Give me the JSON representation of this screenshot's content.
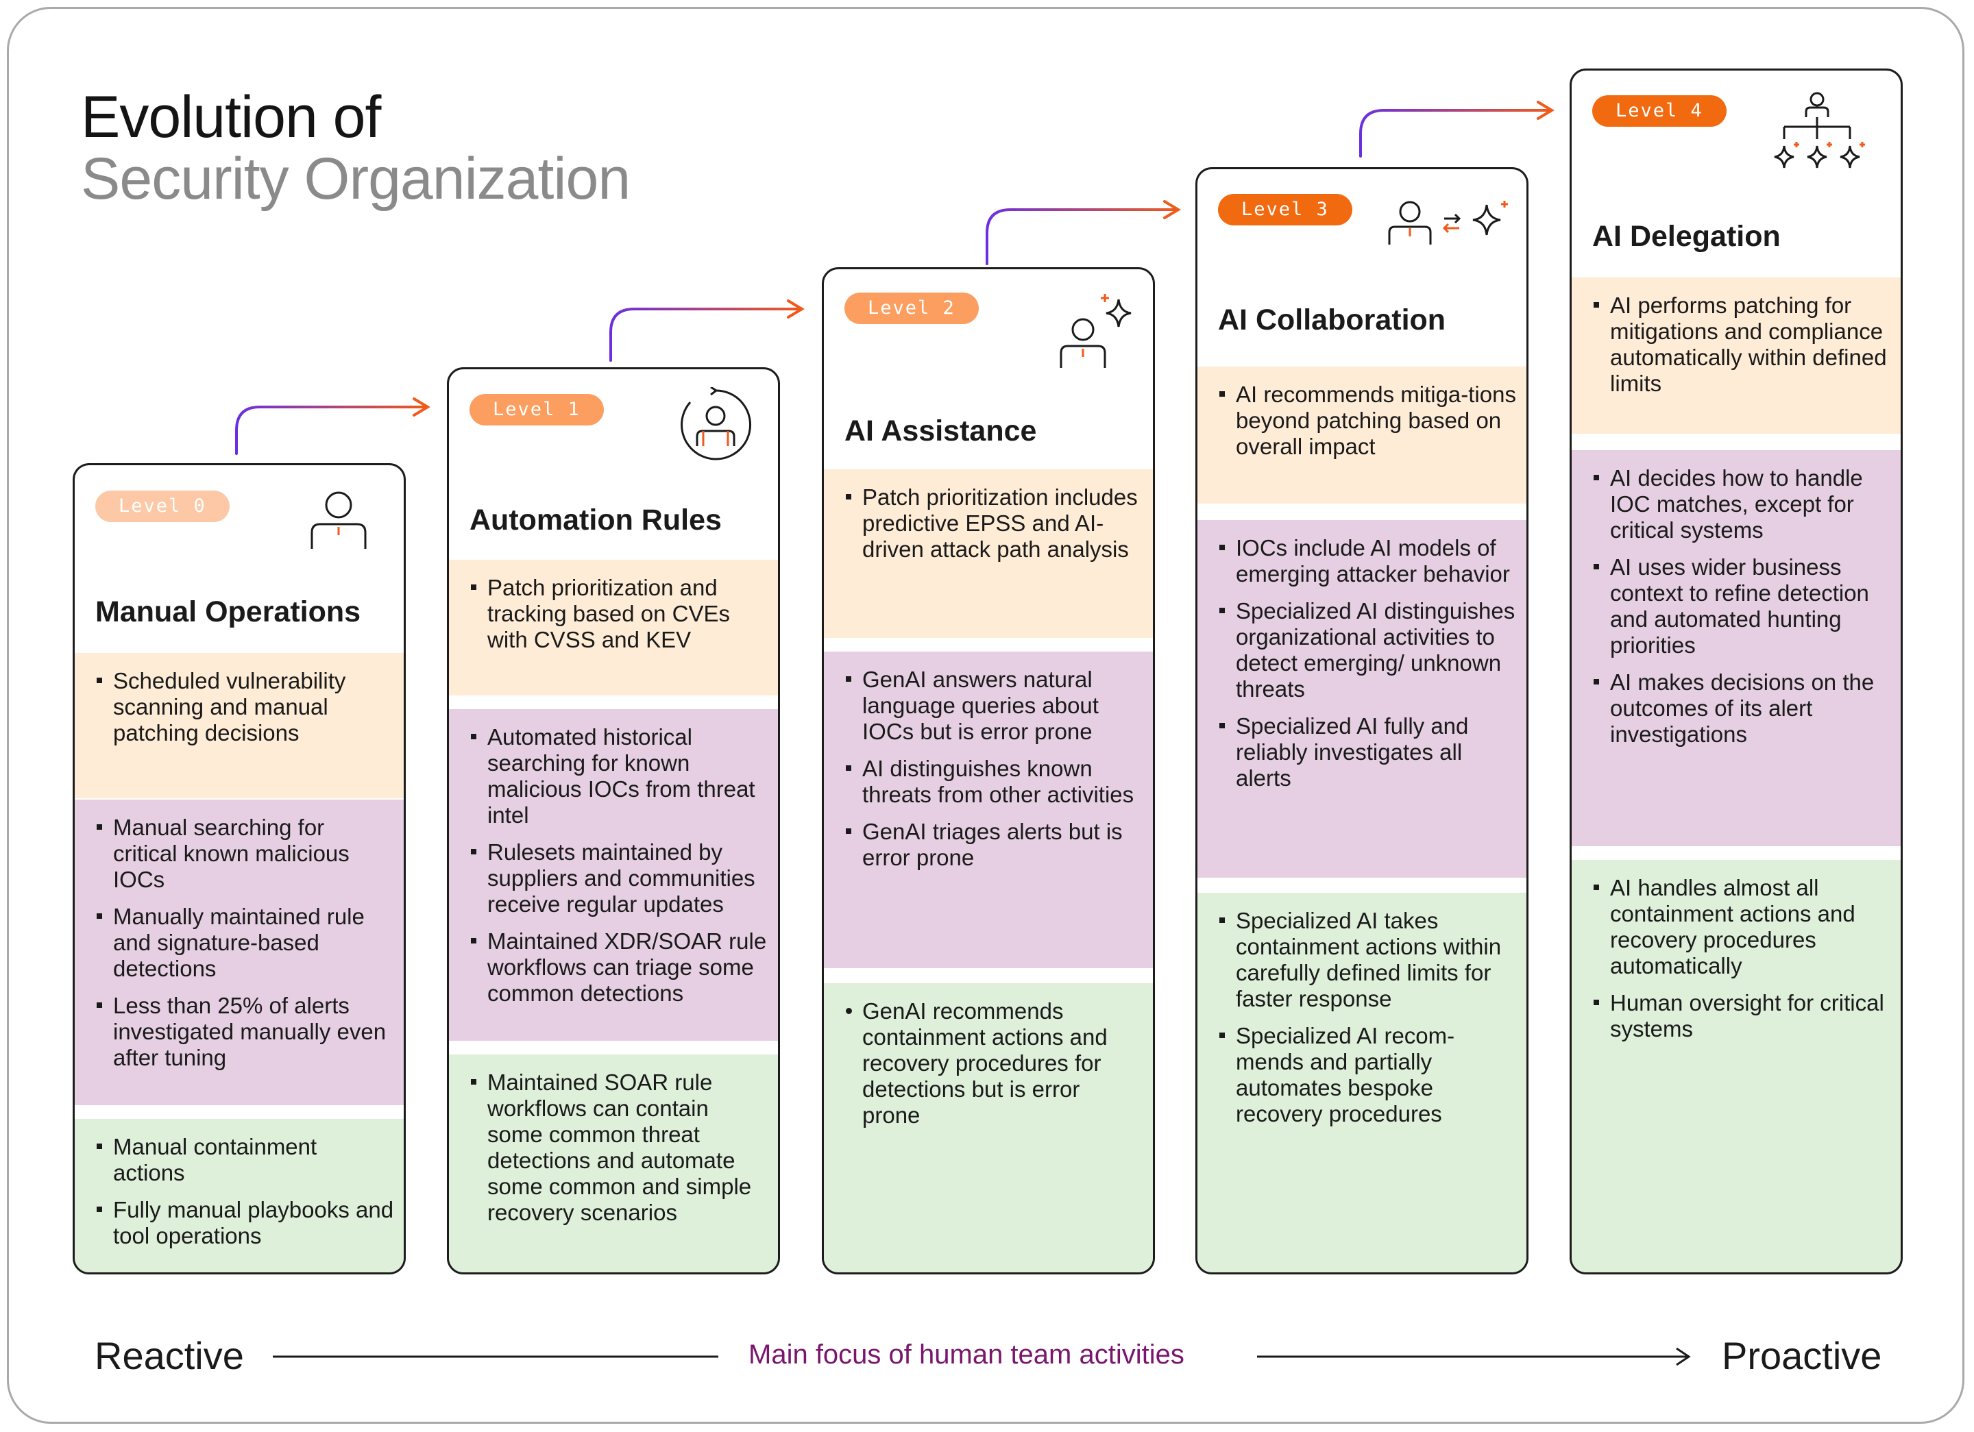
{
  "title": {
    "line1": "Evolution of",
    "line2": "Security Organization"
  },
  "colors": {
    "peach": "#feecd6",
    "lilac": "#e6cfe2",
    "green": "#deefda",
    "badge_light": "#fcc8a5",
    "badge_mid": "#fb9e60",
    "badge_strong": "#f26a10",
    "accent_orange": "#f05a1a",
    "accent_purple": "#6a2fe0",
    "footer_purple": "#7a166d"
  },
  "levels": [
    {
      "badge": "Level 0",
      "title": "Manual Operations",
      "icon": "person-icon",
      "peach": [
        "Scheduled vulnerability scanning and manual patching decisions"
      ],
      "lilac": [
        "Manual searching for critical known malicious IOCs",
        "Manually maintained rule and signature-based detections",
        "Less than 25% of alerts investigated manually even after tuning"
      ],
      "green": [
        "Manual containment actions",
        "Fully manual playbooks and tool operations"
      ]
    },
    {
      "badge": "Level 1",
      "title": "Automation Rules",
      "icon": "person-cycle-icon",
      "peach": [
        "Patch prioritization and tracking based on CVEs with CVSS and KEV"
      ],
      "lilac": [
        "Automated historical searching for known malicious IOCs from threat intel",
        "Rulesets maintained by suppliers and communities receive regular updates",
        "Maintained XDR/SOAR rule workflows can triage some common detections"
      ],
      "green": [
        "Maintained SOAR rule workflows can contain some common threat detections and automate some common and simple recovery scenarios"
      ]
    },
    {
      "badge": "Level 2",
      "title": "AI Assistance",
      "icon": "person-sparkle-icon",
      "peach": [
        "Patch prioritization includes predictive EPSS and AI-driven attack path analysis"
      ],
      "lilac": [
        "GenAI answers natural language queries about IOCs but is error prone",
        "AI distinguishes known threats from other activities",
        "GenAI triages alerts but is error prone"
      ],
      "green": [
        "GenAI recommends containment actions and recovery procedures for detections but is error prone"
      ]
    },
    {
      "badge": "Level 3",
      "title": "AI Collaboration",
      "icon": "person-exchange-sparkle-icon",
      "peach": [
        "AI recommends mitiga-tions beyond patching based on overall impact"
      ],
      "lilac": [
        "IOCs include AI models of emerging attacker behavior",
        "Specialized AI distinguishes organizational activities to detect emerging/ unknown threats",
        "Specialized AI fully and reliably investigates all alerts"
      ],
      "green": [
        "Specialized AI takes containment actions within carefully defined limits for faster response",
        "Specialized AI recom-mends and partially automates bespoke recovery procedures"
      ]
    },
    {
      "badge": "Level 4",
      "title": "AI Delegation",
      "icon": "hierarchy-sparkles-icon",
      "peach": [
        "AI performs patching for mitigations and compliance automatically within defined limits"
      ],
      "lilac": [
        "AI decides how to handle IOC matches, except for critical systems",
        "AI uses wider business context to refine detection and automated hunting priorities",
        "AI makes decisions on the outcomes of its alert investigations"
      ],
      "green": [
        "AI handles almost all containment actions and recovery procedures automatically",
        "Human oversight for critical systems"
      ]
    }
  ],
  "footer": {
    "left": "Reactive",
    "middle": "Main focus of human team activities",
    "right": "Proactive"
  }
}
